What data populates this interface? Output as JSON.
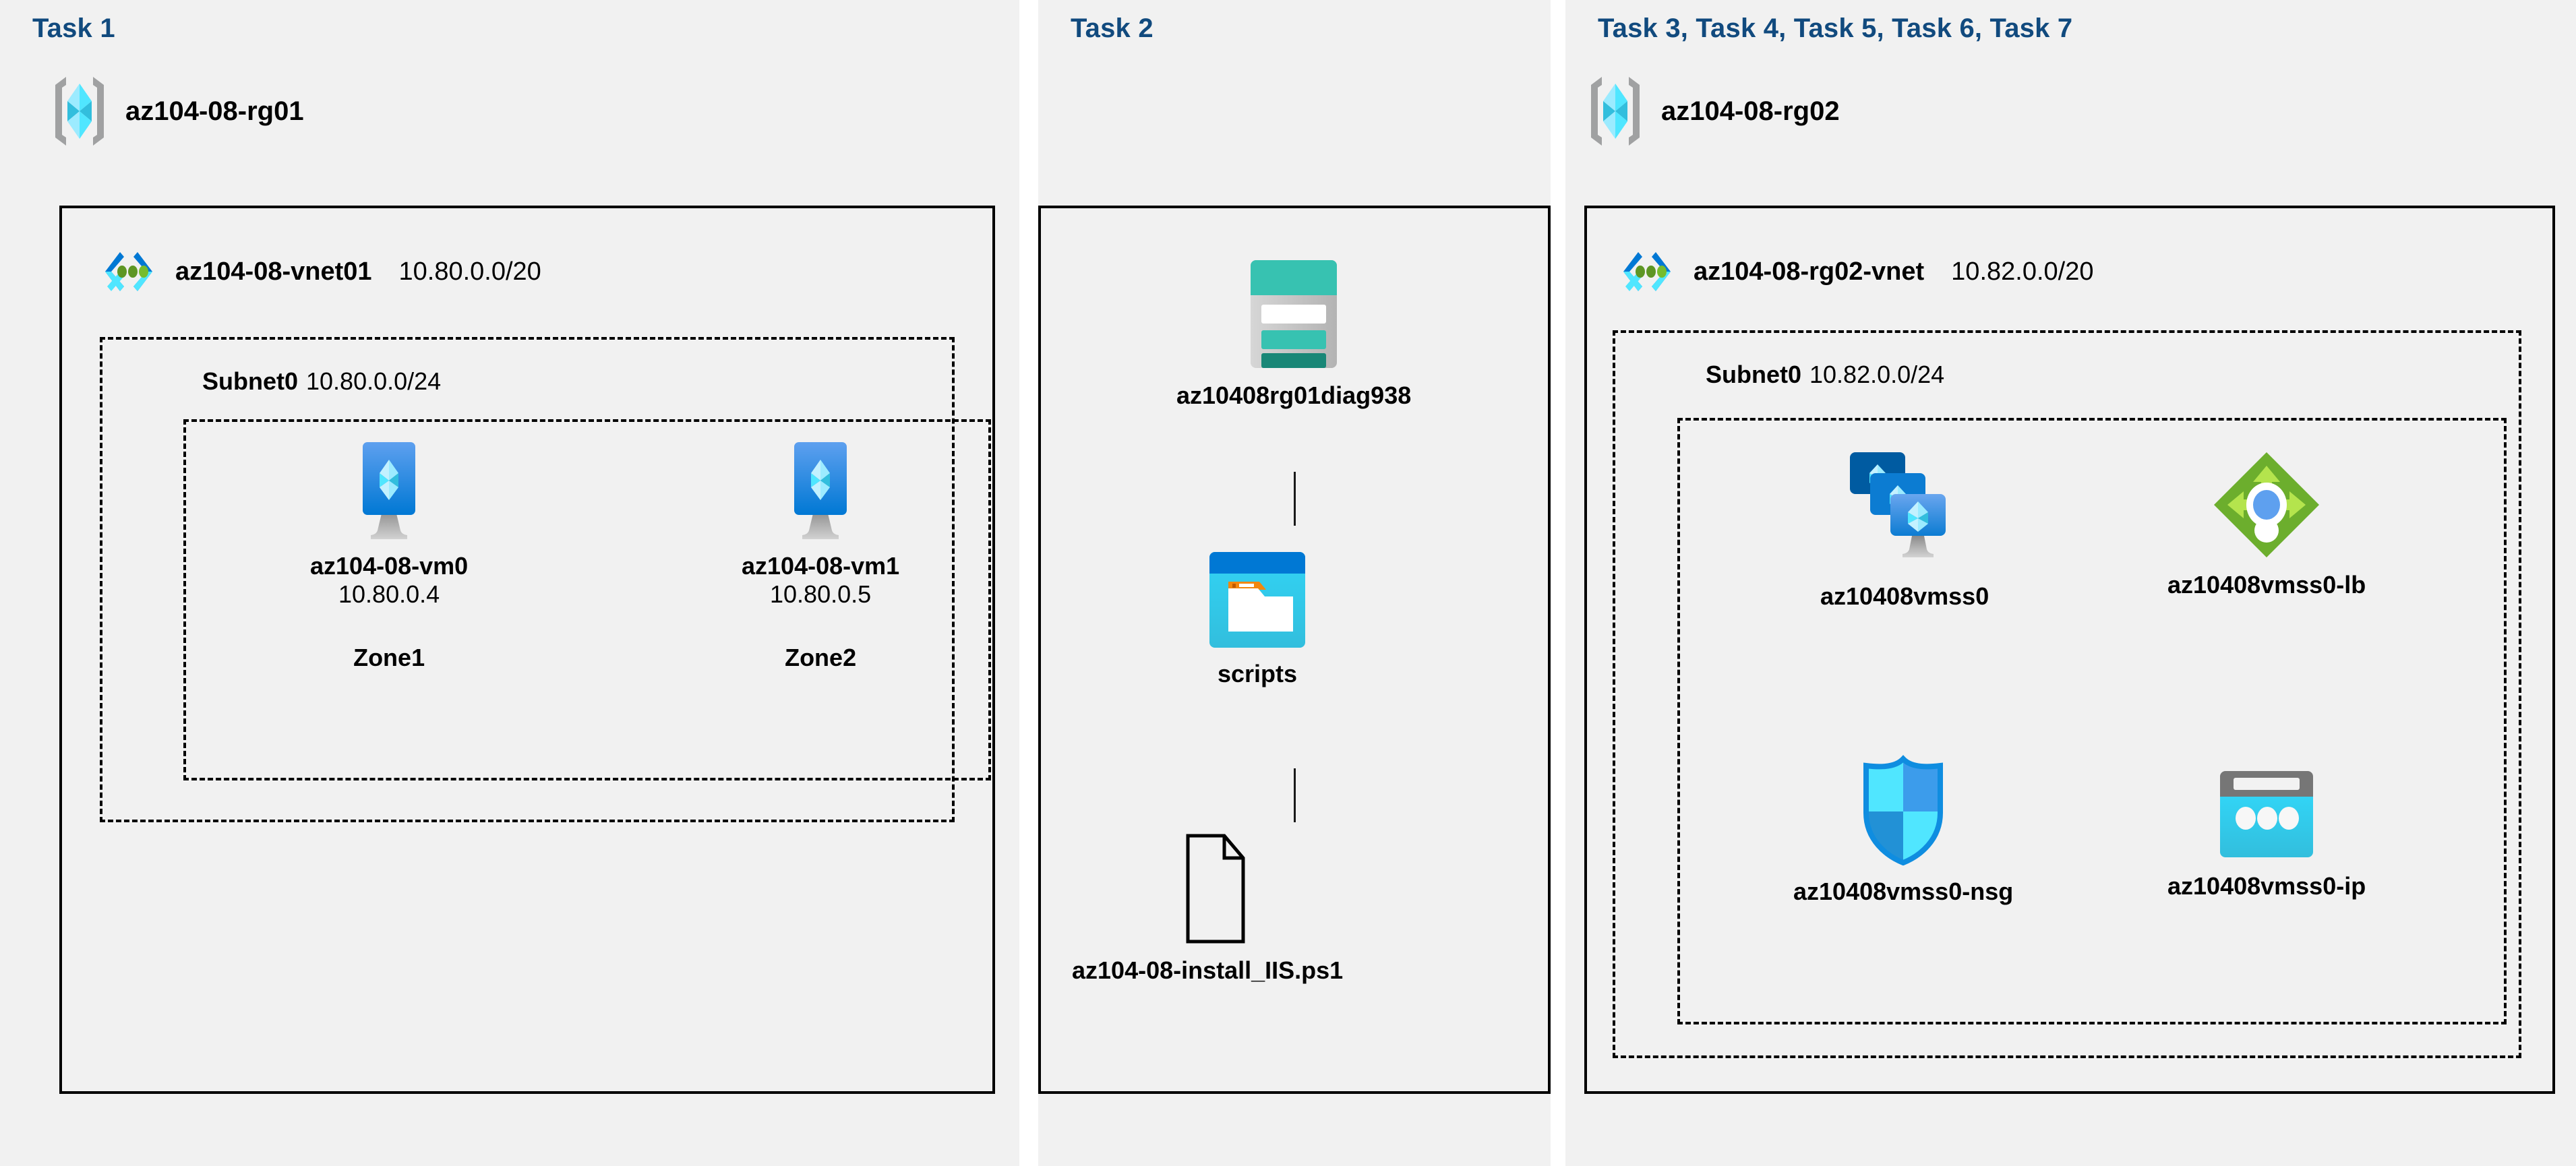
{
  "colors": {
    "task_title": "#114a7e",
    "panel_bg": "#f1f1f1",
    "page_bg": "#ffffff",
    "box_border": "#000000",
    "azure_blue": "#0078d4",
    "azure_cyan": "#50e6ff",
    "storage_teal": "#37c2b1",
    "lb_green": "#6cae2d",
    "nsg_blue": "#0f8de0"
  },
  "panels": [
    {
      "id": "task1",
      "title": "Task 1"
    },
    {
      "id": "task2",
      "title": "Task 2"
    },
    {
      "id": "task3",
      "title": "Task 3, Task 4, Task 5, Task 6, Task 7"
    }
  ],
  "resource_groups": [
    {
      "id": "rg01",
      "name": "az104-08-rg01",
      "icon": "resource-group-icon"
    },
    {
      "id": "rg02",
      "name": "az104-08-rg02",
      "icon": "resource-group-icon"
    }
  ],
  "vnets": [
    {
      "id": "vnet01",
      "name": "az104-08-vnet01",
      "cidr": "10.80.0.0/20",
      "icon": "virtual-network-icon"
    },
    {
      "id": "vnet02",
      "name": "az104-08-rg02-vnet",
      "cidr": "10.82.0.0/20",
      "icon": "virtual-network-icon"
    }
  ],
  "subnets": [
    {
      "id": "subnet01",
      "name": "Subnet0",
      "cidr": "10.80.0.0/24"
    },
    {
      "id": "subnet02",
      "name": "Subnet0",
      "cidr": "10.82.0.0/24"
    }
  ],
  "nodes": {
    "vm0": {
      "label": "az104-08-vm0",
      "ip": "10.80.0.4",
      "zone": "Zone1",
      "icon": "virtual-machine-icon"
    },
    "vm1": {
      "label": "az104-08-vm1",
      "ip": "10.80.0.5",
      "zone": "Zone2",
      "icon": "virtual-machine-icon"
    },
    "storage": {
      "label": "az10408rg01diag938",
      "icon": "storage-account-icon"
    },
    "scripts": {
      "label": "scripts",
      "icon": "blob-container-icon"
    },
    "psfile": {
      "label": "az104-08-install_IIS.ps1",
      "icon": "file-icon"
    },
    "vmss": {
      "label": "az10408vmss0",
      "icon": "vm-scale-set-icon"
    },
    "lb": {
      "label": "az10408vmss0-lb",
      "icon": "load-balancer-icon"
    },
    "nsg": {
      "label": "az10408vmss0-nsg",
      "icon": "network-security-group-icon"
    },
    "ip": {
      "label": "az10408vmss0-ip",
      "icon": "public-ip-address-icon"
    }
  }
}
